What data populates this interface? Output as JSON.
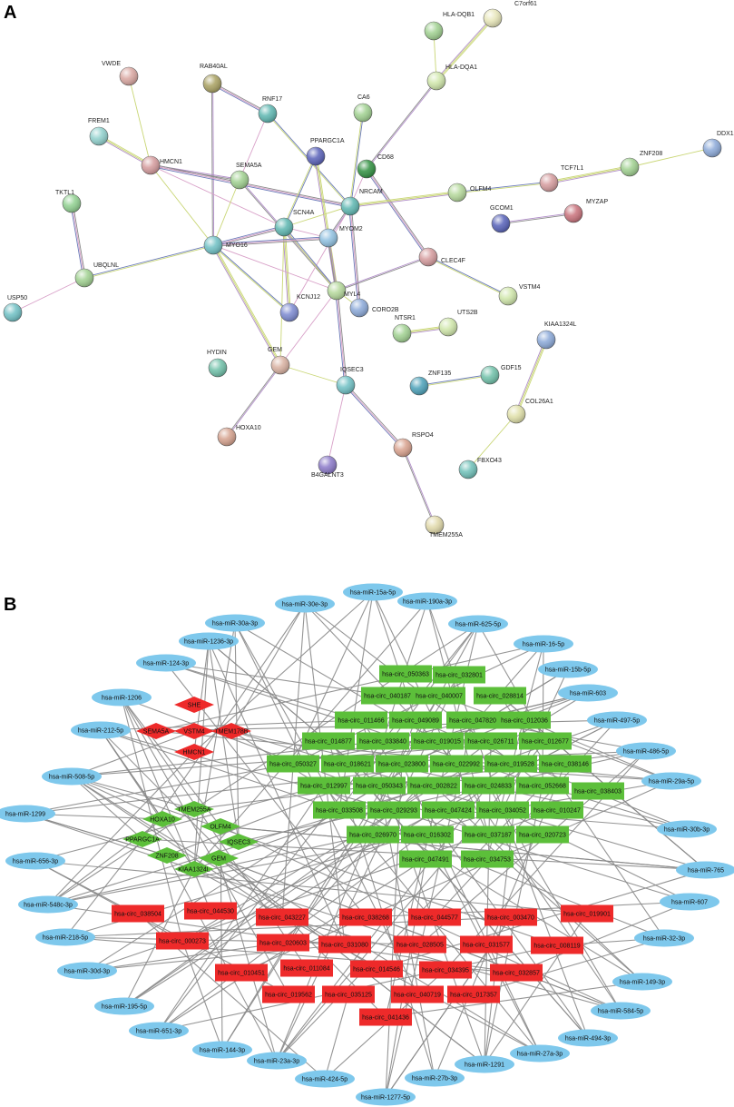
{
  "panel_a": {
    "letter": "A",
    "nodes": [
      {
        "id": "VWDE",
        "color": "#d9a6a0"
      },
      {
        "id": "RAB40AL",
        "color": "#a8a060"
      },
      {
        "id": "C7orf61",
        "color": "#e7e6b8"
      },
      {
        "id": "HLA-DQB1",
        "color": "#9fd08f"
      },
      {
        "id": "HLA-DQA1",
        "color": "#cfe6a9"
      },
      {
        "id": "FREM1",
        "color": "#8fd0cc"
      },
      {
        "id": "RNF17",
        "color": "#5cb6b0"
      },
      {
        "id": "CA6",
        "color": "#9fd08f"
      },
      {
        "id": "PPARGC1A",
        "color": "#5860b8"
      },
      {
        "id": "HMCN1",
        "color": "#d49a9c"
      },
      {
        "id": "SEMA5A",
        "color": "#9fd08f"
      },
      {
        "id": "CD68",
        "color": "#2f8f3f"
      },
      {
        "id": "DDX1",
        "color": "#8aa8d8"
      },
      {
        "id": "TCF7L1",
        "color": "#d49a9c"
      },
      {
        "id": "ZNF208",
        "color": "#9fd08f"
      },
      {
        "id": "OLFM4",
        "color": "#b4d89a"
      },
      {
        "id": "TKTL1",
        "color": "#8fd08f"
      },
      {
        "id": "NRCAM",
        "color": "#5cb6b0"
      },
      {
        "id": "SCN4A",
        "color": "#5cb6b0"
      },
      {
        "id": "MYOM2",
        "color": "#8fc0e0"
      },
      {
        "id": "GCOM1",
        "color": "#5560b8"
      },
      {
        "id": "MYZAP",
        "color": "#c8707a"
      },
      {
        "id": "MYO16",
        "color": "#6ec0c4"
      },
      {
        "id": "UBQLNL",
        "color": "#9fd08f"
      },
      {
        "id": "CLEC4F",
        "color": "#d49a9c"
      },
      {
        "id": "MYL4",
        "color": "#b4d89a"
      },
      {
        "id": "CORO2B",
        "color": "#8aa8d8"
      },
      {
        "id": "KCNJ12",
        "color": "#7a88d0"
      },
      {
        "id": "VSTM4",
        "color": "#cfe6a9"
      },
      {
        "id": "USP50",
        "color": "#6ec0c4"
      },
      {
        "id": "NTSR1",
        "color": "#9fd08f"
      },
      {
        "id": "UTS2B",
        "color": "#cfe6a9"
      },
      {
        "id": "KIAA1324L",
        "color": "#8aa8d8"
      },
      {
        "id": "HYDIN",
        "color": "#6ec0a8"
      },
      {
        "id": "GEM",
        "color": "#d8b0a0"
      },
      {
        "id": "IQSEC3",
        "color": "#6ec0c4"
      },
      {
        "id": "ZNF135",
        "color": "#4aa0b8"
      },
      {
        "id": "GDF15",
        "color": "#6ec0a8"
      },
      {
        "id": "COL26A1",
        "color": "#e0e0a8"
      },
      {
        "id": "HOXA10",
        "color": "#d4a08c"
      },
      {
        "id": "RSPO4",
        "color": "#d8a08c"
      },
      {
        "id": "FBXO43",
        "color": "#6ec0b8"
      },
      {
        "id": "B4GALNT3",
        "color": "#8a78c8"
      },
      {
        "id": "TMEM255A",
        "color": "#e0d8a8"
      }
    ],
    "edges": [
      [
        "VWDE",
        "HMCN1"
      ],
      [
        "RAB40AL",
        "MYO16"
      ],
      [
        "RAB40AL",
        "RNF17"
      ],
      [
        "RNF17",
        "SEMA5A"
      ],
      [
        "RNF17",
        "NRCAM"
      ],
      [
        "C7orf61",
        "HLA-DQA1"
      ],
      [
        "HLA-DQB1",
        "HLA-DQA1"
      ],
      [
        "HLA-DQA1",
        "CD68"
      ],
      [
        "CD68",
        "CLEC4F"
      ],
      [
        "CD68",
        "NRCAM"
      ],
      [
        "CA6",
        "NRCAM"
      ],
      [
        "FREM1",
        "HMCN1"
      ],
      [
        "HMCN1",
        "MYO16"
      ],
      [
        "HMCN1",
        "SEMA5A"
      ],
      [
        "HMCN1",
        "NRCAM"
      ],
      [
        "HMCN1",
        "SCN4A"
      ],
      [
        "PPARGC1A",
        "SCN4A"
      ],
      [
        "PPARGC1A",
        "MYL4"
      ],
      [
        "SEMA5A",
        "MYO16"
      ],
      [
        "SEMA5A",
        "MYL4"
      ],
      [
        "TKTL1",
        "UBQLNL"
      ],
      [
        "UBQLNL",
        "USP50"
      ],
      [
        "UBQLNL",
        "MYO16"
      ],
      [
        "NRCAM",
        "OLFM4"
      ],
      [
        "NRCAM",
        "SCN4A"
      ],
      [
        "NRCAM",
        "MYOM2"
      ],
      [
        "NRCAM",
        "CORO2B"
      ],
      [
        "NRCAM",
        "KCNJ12"
      ],
      [
        "OLFM4",
        "TCF7L1"
      ],
      [
        "TCF7L1",
        "ZNF208"
      ],
      [
        "ZNF208",
        "DDX1"
      ],
      [
        "GCOM1",
        "MYZAP"
      ],
      [
        "SCN4A",
        "MYO16"
      ],
      [
        "SCN4A",
        "MYOM2"
      ],
      [
        "SCN4A",
        "MYL4"
      ],
      [
        "SCN4A",
        "KCNJ12"
      ],
      [
        "SCN4A",
        "GEM"
      ],
      [
        "MYOM2",
        "MYL4"
      ],
      [
        "MYOM2",
        "MYO16"
      ],
      [
        "MYO16",
        "MYL4"
      ],
      [
        "MYO16",
        "KCNJ12"
      ],
      [
        "MYO16",
        "GEM"
      ],
      [
        "MYL4",
        "CORO2B"
      ],
      [
        "MYL4",
        "CLEC4F"
      ],
      [
        "MYL4",
        "IQSEC3"
      ],
      [
        "MYL4",
        "GEM"
      ],
      [
        "CLEC4F",
        "VSTM4"
      ],
      [
        "NTSR1",
        "UTS2B"
      ],
      [
        "GEM",
        "IQSEC3"
      ],
      [
        "GEM",
        "HOXA10"
      ],
      [
        "IQSEC3",
        "RSPO4"
      ],
      [
        "IQSEC3",
        "B4GALNT3"
      ],
      [
        "ZNF135",
        "GDF15"
      ],
      [
        "KIAA1324L",
        "COL26A1"
      ],
      [
        "COL26A1",
        "FBXO43"
      ],
      [
        "RSPO4",
        "TMEM255A"
      ]
    ]
  },
  "panel_b": {
    "letter": "B",
    "mirnas": [
      "hsa-miR-15a-5p",
      "hsa-miR-30e-3p",
      "hsa-miR-190a-3p",
      "hsa-miR-30a-3p",
      "hsa-miR-625-5p",
      "hsa-miR-1236-3p",
      "hsa-miR-16-5p",
      "hsa-miR-124-3p",
      "hsa-miR-15b-5p",
      "hsa-miR-603",
      "hsa-miR-1206",
      "hsa-miR-497-5p",
      "hsa-miR-212-5p",
      "hsa-miR-486-5p",
      "hsa-miR-508-5p",
      "hsa-miR-29a-5p",
      "hsa-miR-1299",
      "hsa-miR-30b-3p",
      "hsa-miR-656-3p",
      "hsa-miR-765",
      "hsa-miR-548c-3p",
      "hsa-miR-607",
      "hsa-miR-218-5p",
      "hsa-miR-32-3p",
      "hsa-miR-30d-3p",
      "hsa-miR-149-3p",
      "hsa-miR-195-5p",
      "hsa-miR-584-5p",
      "hsa-miR-651-3p",
      "hsa-miR-494-3p",
      "hsa-miR-144-3p",
      "hsa-miR-23a-3p",
      "hsa-miR-27a-3p",
      "hsa-miR-424-5p",
      "hsa-miR-1291",
      "hsa-miR-27b-3p",
      "hsa-miR-1277-5p"
    ],
    "red_genes": [
      "SHE",
      "SEMA5A",
      "VSTM4",
      "TMEM178B",
      "HMCN1"
    ],
    "green_genes": [
      "HOXA10",
      "TMEM255A",
      "OLFM4",
      "PPARGC1A",
      "IQSEC3",
      "GEM",
      "ZNF208",
      "KIAA1324L"
    ],
    "green_circs": [
      "hsa-circ_050363",
      "hsa-circ_032801",
      "hsa-circ_040187",
      "hsa-circ_040007",
      "hsa-circ_028814",
      "hsa-circ_011466",
      "hsa-circ_049089",
      "hsa-circ_047820",
      "hsa-circ_012036",
      "hsa-circ_014877",
      "hsa-circ_033840",
      "hsa-circ_019015",
      "hsa-circ_026711",
      "hsa-circ_012677",
      "hsa-circ_050327",
      "hsa-circ_018621",
      "hsa-circ_023800",
      "hsa-circ_022992",
      "hsa-circ_019528",
      "hsa-circ_038146",
      "hsa-circ_012997",
      "hsa-circ_050343",
      "hsa-circ_002822",
      "hsa-circ_024833",
      "hsa-circ_052668",
      "hsa-circ_038403",
      "hsa-circ_033508",
      "hsa-circ_029293",
      "hsa-circ_047424",
      "hsa-circ_034052",
      "hsa-circ_010247",
      "hsa-circ_026970",
      "hsa-circ_016302",
      "hsa-circ_037187",
      "hsa-circ_020723",
      "hsa-circ_047491",
      "hsa-circ_034753"
    ],
    "red_circs": [
      "hsa-circ_038504",
      "hsa-circ_044530",
      "hsa-circ_043227",
      "hsa-circ_038268",
      "hsa-circ_044577",
      "hsa-circ_003470",
      "hsa-circ_019901",
      "hsa-circ_000273",
      "hsa-circ_020603",
      "hsa-circ_031080",
      "hsa-circ_028505",
      "hsa-circ_031577",
      "hsa-circ_008119",
      "hsa-circ_010451",
      "hsa-circ_011084",
      "hsa-circ_014546",
      "hsa-circ_034395",
      "hsa-circ_032857",
      "hsa-circ_019562",
      "hsa-circ_035125",
      "hsa-circ_040719",
      "hsa-circ_017357",
      "hsa-circ_041436"
    ],
    "colors": {
      "mirna": "#7ec8ec",
      "green": "#5cbf3a",
      "red": "#ee2a2a",
      "edge": "#8a8a8a"
    }
  }
}
